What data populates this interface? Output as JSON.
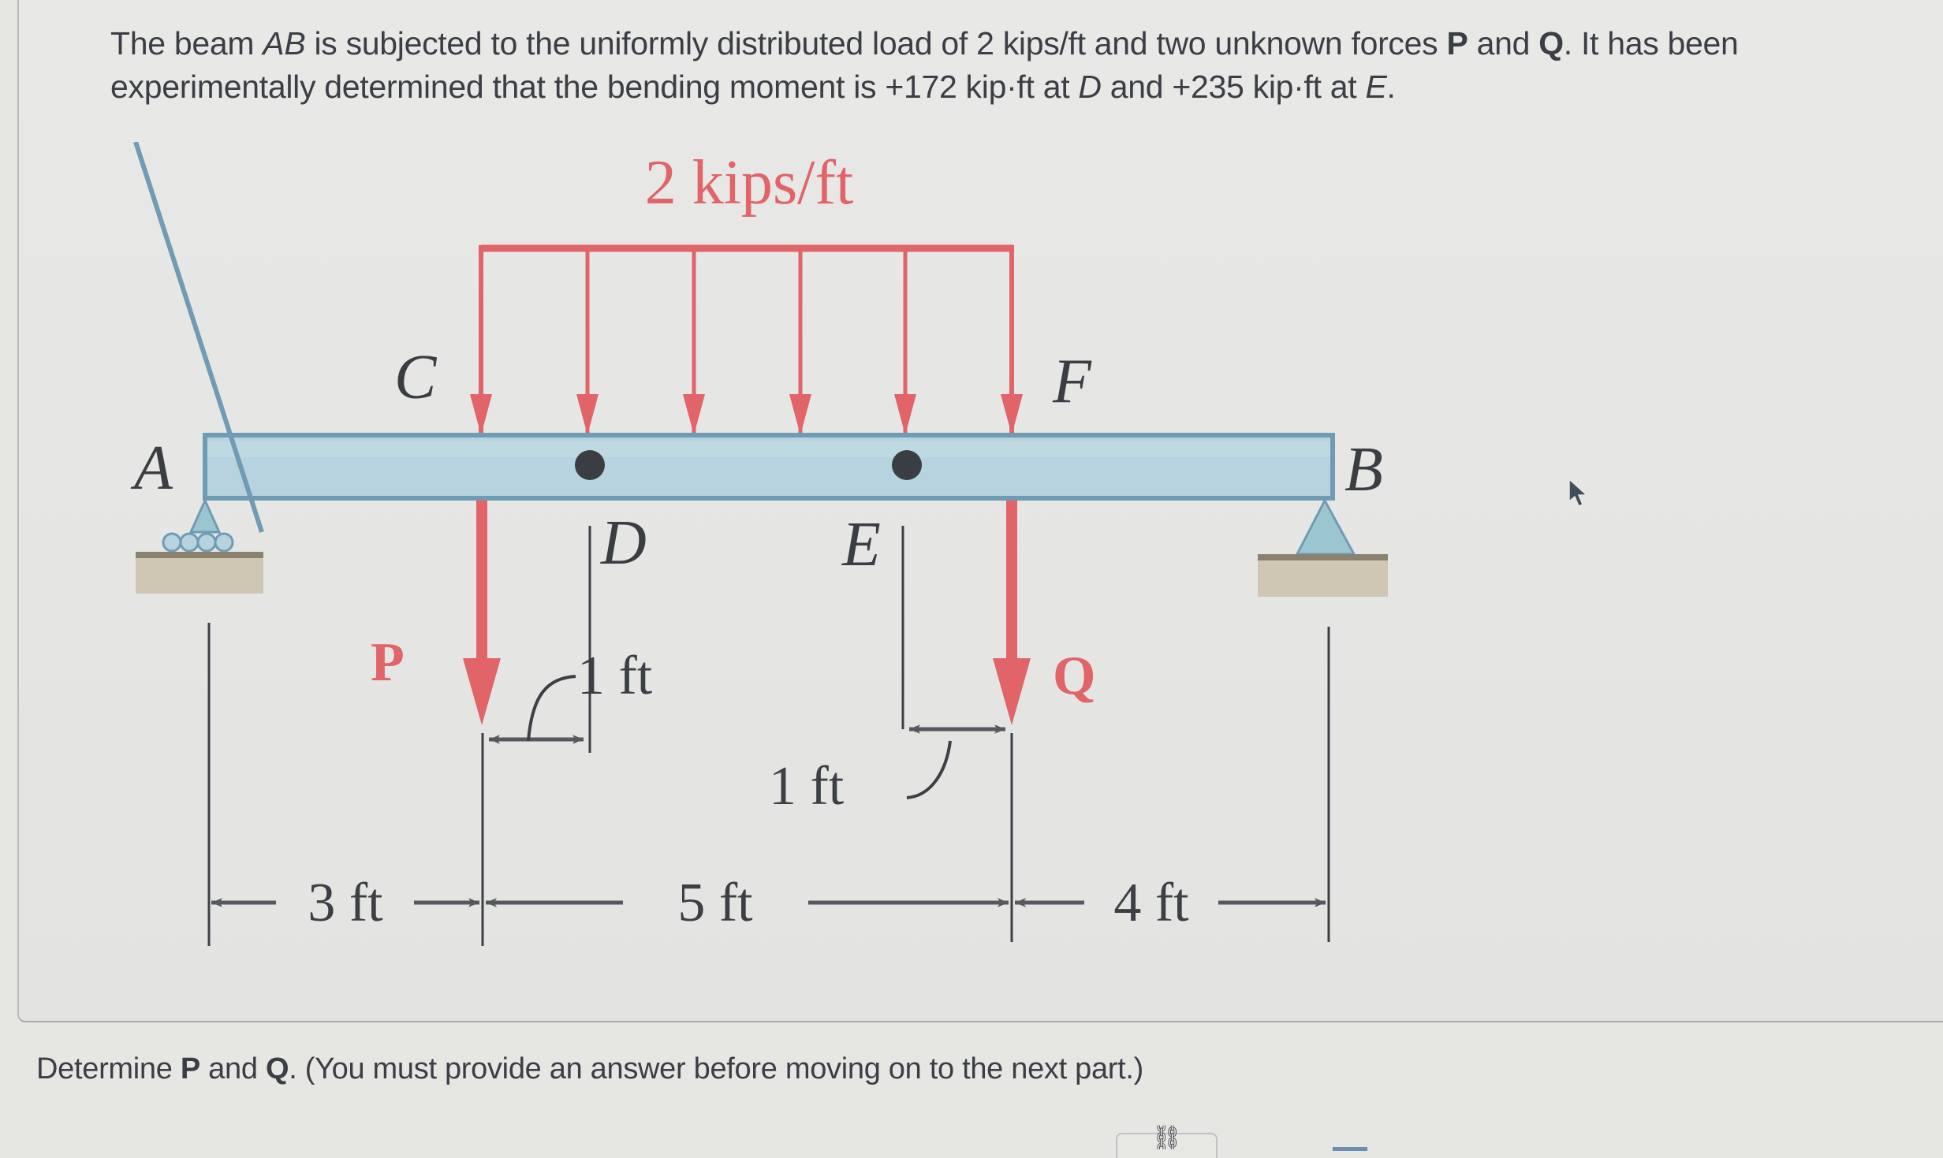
{
  "problem": {
    "part1": "The beam ",
    "beam_name": "AB",
    "part2": " is subjected to the uniformly distributed load of 2 kips/ft and two unknown forces ",
    "force_p": "P",
    "and": " and ",
    "force_q": "Q",
    "part3": ". It has been experimentally determined that the bending moment is +172 kip·ft at ",
    "point_d": "D",
    "part4": " and +235 kip·ft at ",
    "point_e": "E",
    "part5": "."
  },
  "diagram": {
    "load_label": "2 kips/ft",
    "points": {
      "a": "A",
      "b": "B",
      "c": "C",
      "d": "D",
      "e": "E",
      "f": "F"
    },
    "forces": {
      "p": "P",
      "q": "Q"
    },
    "dimensions": {
      "ac": "3 ft",
      "cf": "5 ft",
      "fb": "4 ft",
      "cd": "1 ft",
      "ef": "1 ft"
    },
    "colors": {
      "load": "#e06468",
      "beam_fill": "#b6d3df",
      "beam_edge": "#6f9cb4",
      "support": "#9cc6cf",
      "ground": "#cfc6b3",
      "dim_line": "#3c3f44"
    }
  },
  "question": {
    "part1": "Determine ",
    "force_p": "P",
    "and": " and ",
    "force_q": "Q",
    "part2": ". (You must provide an answer before moving on to the next part.)"
  },
  "toolbar": {
    "link_icon": "⛓"
  }
}
